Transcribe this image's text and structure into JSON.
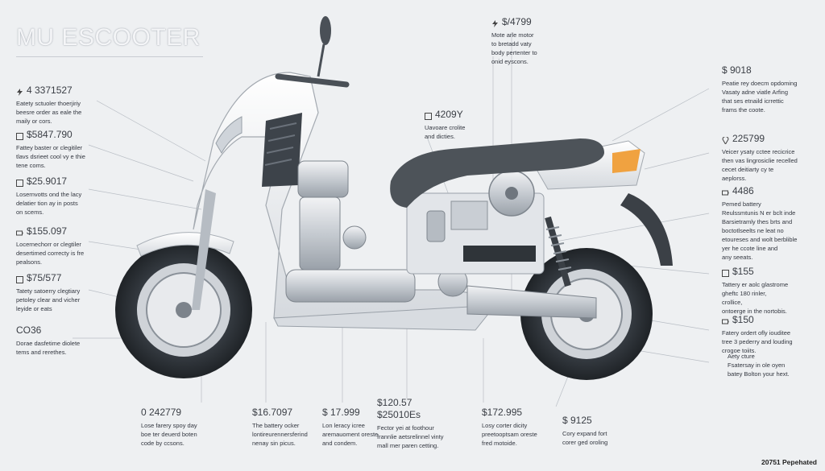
{
  "title": "MU ESCOOTER",
  "footer": "20751 Pepehated",
  "callouts": {
    "l1": {
      "icon": "bolt-icon",
      "price": "4 3371527",
      "lines": [
        "Eatety sctuoler thoerjiriy",
        "beesre order as eale the",
        "maily or cors."
      ]
    },
    "l2": {
      "icon": "dollar-icon",
      "price": "$5847.790",
      "lines": [
        "Fattey baster or clegitiler",
        "tlavs dsrieet cool vy e thie",
        "tene coms."
      ]
    },
    "l3": {
      "icon": "dollar-icon",
      "price": "$25.9017",
      "lines": [
        "Losernvotts ond the lacy",
        "delatier tion ay in posts",
        "on scems."
      ]
    },
    "l4": {
      "icon": "battery-icon",
      "price": "$155.097",
      "lines": [
        "Locernechorr or clegtiler",
        "desertimed correcty is fre",
        "pealsons."
      ]
    },
    "l5": {
      "icon": "dollar-icon",
      "price": "$75/577",
      "lines": [
        "Tatety satoerry clegtiary",
        "petoley clear and vicher",
        "leyide or eats"
      ]
    },
    "l6": {
      "icon": "",
      "price": "CO36",
      "lines": [
        "Dorae dasfetime diolete",
        "tems and rerethes."
      ]
    },
    "tc": {
      "icon": "bolt-icon",
      "price": "$/4799",
      "lines": [
        "Mote arle motor",
        "to bretadd vaty",
        "body pertenter to",
        "onid eyscons."
      ]
    },
    "mc": {
      "icon": "wrench-icon",
      "price": "4209Y",
      "lines": [
        "Uavoare crolite",
        "and dicties."
      ]
    },
    "r1": {
      "icon": "",
      "price": "$ 9018",
      "lines": [
        "Peatie rey doecm opdoming",
        "Vasaty adne viatle Arfing",
        "that ses etnaild icrrettic",
        "frams the coote."
      ]
    },
    "r2": {
      "icon": "pin-icon",
      "price": "225799",
      "lines": [
        "Veicer ysaty cctee recicrice",
        "then vas lingrosiclie recelled",
        "cecet deitiarty cy te",
        "aeplorss."
      ]
    },
    "r3": {
      "icon": "battery-icon",
      "price": "4486",
      "lines": [
        "Pemed battery",
        "Reulssmtunis N er bclt inde",
        "Barsietramly thes brts and",
        "boctotlseelts ne leat no",
        "etoureses and wolt berblible",
        "yer he ccote line and",
        "any seeats."
      ]
    },
    "r4": {
      "icon": "dollar-icon",
      "price": "$155",
      "lines": [
        "Tattery er aolc glastrome",
        "gheftc 180 rinler,",
        "crollice,",
        "ontoerge in the nortobis."
      ]
    },
    "r5": {
      "icon": "battery-icon",
      "price": "$150",
      "lines": [
        "Fatery ordert ofly iouditee",
        "tree 3 pederry and louding",
        "crogoe toiits."
      ]
    },
    "r6": {
      "icon": "",
      "price": "",
      "lines": [
        "Aety cture",
        "Fsatersay in ole oyen",
        "batey Bolton your hext."
      ]
    },
    "b1": {
      "icon": "",
      "price": "0 242779",
      "lines": [
        "Lose farery spoy day",
        "boe ter deuerd boten",
        "code by ccsons."
      ]
    },
    "b2": {
      "icon": "",
      "price": "$16.7097",
      "lines": [
        "The battery ocker",
        "lontireurennersferind",
        "nenay sin picus."
      ]
    },
    "b3": {
      "icon": "",
      "price": "$ 17.999",
      "lines": [
        "Lon leracy icree",
        "aremauoment oreste",
        "and condem."
      ]
    },
    "b4": {
      "icon": "",
      "price": "$120.57",
      "price2": "$25010Es",
      "lines": [
        "Fector yei at foothour",
        "frannlie aetsrelinnel vinty",
        "mall mer paren cetting."
      ]
    },
    "b5": {
      "icon": "",
      "price": "$172.995",
      "lines": [
        "Losy corter dicity",
        "preetooptsam oreste",
        "fred motoide."
      ]
    },
    "b6": {
      "icon": "",
      "price": "$ 9125",
      "lines": [
        "Cory expand fort",
        "corer ged oroling"
      ]
    }
  },
  "colors": {
    "background": "#eef0f2",
    "body": "#f3f4f6",
    "seat": "#4d5359",
    "tire": "#2b3035",
    "accent": "#f0a240"
  }
}
